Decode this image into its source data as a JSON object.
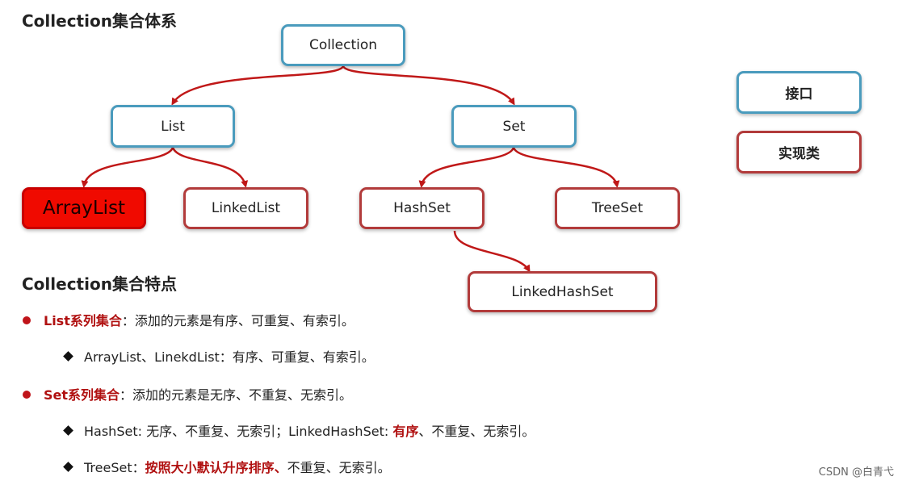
{
  "title_diagram": "Collection集合体系",
  "title_features": "Collection集合特点",
  "nodes": {
    "collection": "Collection",
    "list": "List",
    "set": "Set",
    "arraylist": "ArrayList",
    "linkedlist": "LinkedList",
    "hashset": "HashSet",
    "treeset": "TreeSet",
    "linkedhashset": "LinkedHashSet"
  },
  "legend": {
    "interface": "接口",
    "implementation": "实现类"
  },
  "colors": {
    "interface_border": "#4a9bbd",
    "impl_border": "#b23b3b",
    "arrow": "#c01818",
    "highlight_fill": "#f00a00"
  },
  "features": {
    "list_head": "List系列集合",
    "list_desc": "：添加的元素是有序、可重复、有索引。",
    "list_sub": "ArrayList、LinekdList：有序、可重复、有索引。",
    "set_head": "Set系列集合",
    "set_desc": "：添加的元素是无序、不重复、无索引。",
    "hashset_pre": "HashSet: 无序、不重复、无索引；LinkedHashSet: ",
    "hashset_hl": "有序",
    "hashset_post": "、不重复、无索引。",
    "treeset_pre": "TreeSet：",
    "treeset_hl": "按照大小默认升序排序、",
    "treeset_post": "不重复、无索引。"
  },
  "watermark": "CSDN @白青弋"
}
